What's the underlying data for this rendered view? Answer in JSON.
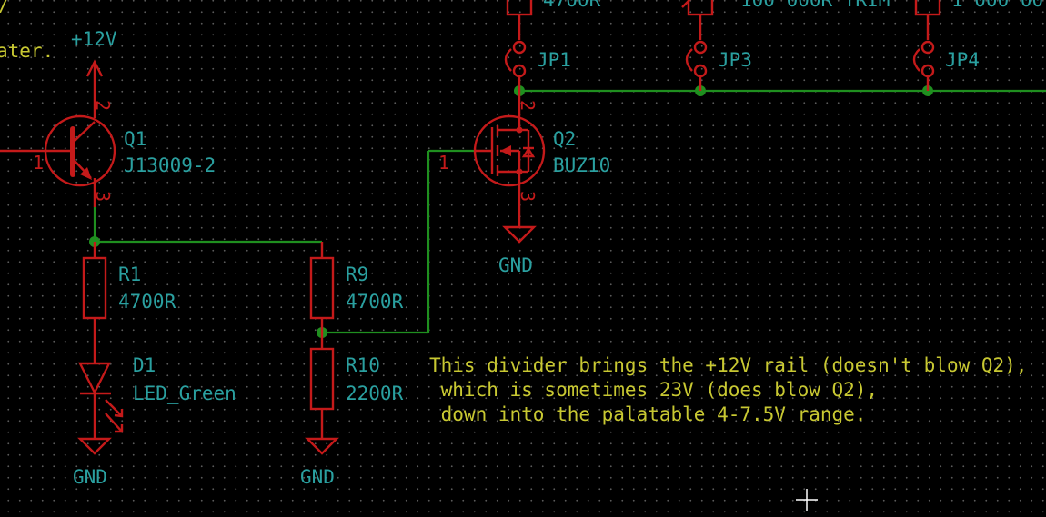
{
  "app": "schematic-editor",
  "colors": {
    "background": "#000000",
    "grid_dot": "#5a5a5a",
    "wire": "#1f8f1f",
    "symbol": "#c41a1a",
    "reference_text": "#2aa0a0",
    "note_text": "#c8c832",
    "cursor": "#ffffff"
  },
  "power": {
    "vcc_label": "+12V",
    "gnd_label": "GND"
  },
  "components": {
    "q1": {
      "ref": "Q1",
      "value": "J13009-2",
      "pin_base": "1",
      "pin_collector": "2",
      "pin_emitter": "3"
    },
    "q2": {
      "ref": "Q2",
      "value": "BUZ10",
      "pin_gate": "1",
      "pin_drain": "2",
      "pin_source": "3"
    },
    "r1": {
      "ref": "R1",
      "value": "4700R"
    },
    "r9": {
      "ref": "R9",
      "value": "4700R"
    },
    "r10": {
      "ref": "R10",
      "value": "2200R"
    },
    "d1": {
      "ref": "D1",
      "value": "LED_Green"
    },
    "jp1": {
      "ref": "JP1"
    },
    "jp3": {
      "ref": "JP3"
    },
    "jp4": {
      "ref": "JP4"
    },
    "top_values": [
      "4700R",
      "100 000R TRIM",
      "1 000 00"
    ]
  },
  "notes": {
    "left_fragment": "ater.",
    "divider_note": [
      "This divider brings the +12V rail (doesn't blow Q2),",
      " which is sometimes 23V (does blow Q2),",
      " down into the palatable 4-7.5V range."
    ]
  }
}
